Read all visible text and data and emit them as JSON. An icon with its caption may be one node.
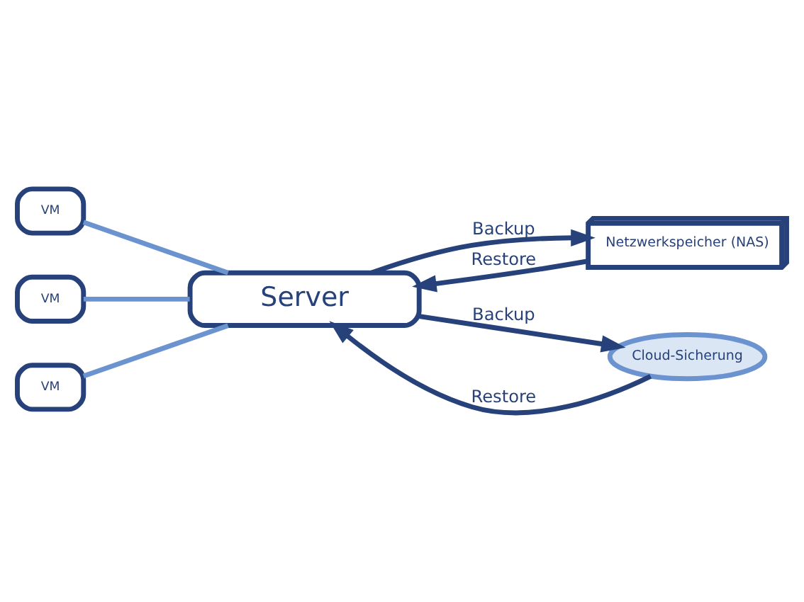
{
  "diagram": {
    "nodes": [
      {
        "text": [
          "VM"
        ]
      },
      {
        "text": [
          "VM"
        ]
      },
      {
        "text": [
          "VM"
        ]
      },
      {
        "text": [
          "Server"
        ]
      },
      {
        "text": [
          "Netzwerkspeicher (NAS)"
        ]
      },
      {
        "text": [
          "Cloud-Sicherung"
        ]
      }
    ],
    "edges": [
      {
        "from": 0,
        "to": 3,
        "arrow": "none",
        "color": "#6b93cf"
      },
      {
        "from": 1,
        "to": 3,
        "arrow": "none",
        "color": "#6b93cf"
      },
      {
        "from": 2,
        "to": 3,
        "arrow": "none",
        "color": "#6b93cf"
      },
      {
        "from": 4,
        "to": 3,
        "arrow": "to",
        "label": "Restore"
      },
      {
        "from": 3,
        "to": 4,
        "arrow": "to",
        "label": "Backup"
      },
      {
        "from": 5,
        "to": 3,
        "arrow": "to",
        "label": "Restore"
      },
      {
        "from": 3,
        "to": 5,
        "arrow": "to",
        "label": "Backup"
      }
    ]
  }
}
